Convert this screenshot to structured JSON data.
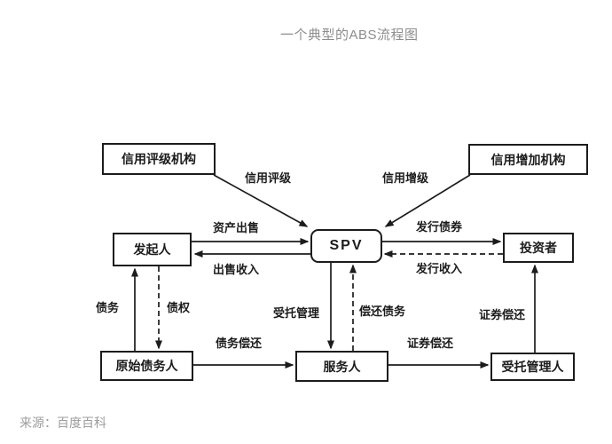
{
  "title": "一个典型的ABS流程图",
  "source": "来源：百度百科",
  "colors": {
    "background": "#ffffff",
    "line": "#1c1c1c",
    "title_text": "#8d8d8d",
    "source_text": "#9c9c9c"
  },
  "nodes": {
    "rating": {
      "label": "信用评级机构"
    },
    "enhancer": {
      "label": "信用增加机构"
    },
    "originator": {
      "label": "发起人"
    },
    "spv": {
      "label": "SPV"
    },
    "investor": {
      "label": "投资者"
    },
    "debtor": {
      "label": "原始债务人"
    },
    "servicer": {
      "label": "服务人"
    },
    "trustee": {
      "label": "受托管理人"
    }
  },
  "edges": {
    "credit_rating": {
      "label": "信用评级",
      "from": "信用评级机构",
      "to": "SPV",
      "style": "solid"
    },
    "credit_enhance": {
      "label": "信用增级",
      "from": "信用增加机构",
      "to": "SPV",
      "style": "solid"
    },
    "asset_sale": {
      "label": "资产出售",
      "from": "发起人",
      "to": "SPV",
      "style": "solid"
    },
    "sale_income": {
      "label": "出售收入",
      "from": "SPV",
      "to": "发起人",
      "style": "solid"
    },
    "bond_issue": {
      "label": "发行债券",
      "from": "SPV",
      "to": "投资者",
      "style": "solid"
    },
    "issue_income": {
      "label": "发行收入",
      "from": "投资者",
      "to": "SPV",
      "style": "dashed"
    },
    "debt": {
      "label": "债务",
      "from": "原始债务人",
      "to": "发起人",
      "style": "solid"
    },
    "claim": {
      "label": "债权",
      "from": "发起人",
      "to": "原始债务人",
      "style": "dashed"
    },
    "entrusted_management": {
      "label": "受托管理",
      "from": "SPV",
      "to": "服务人",
      "style": "solid"
    },
    "repay_debt": {
      "label": "偿还债务",
      "from": "服务人",
      "to": "SPV",
      "style": "dashed"
    },
    "securities_repay_up": {
      "label": "证券偿还",
      "from": "受托管理人",
      "to": "投资者",
      "style": "solid"
    },
    "debt_repay": {
      "label": "债务偿还",
      "from": "原始债务人",
      "to": "服务人",
      "style": "solid"
    },
    "securities_repay_right": {
      "label": "证券偿还",
      "from": "服务人",
      "to": "受托管理人",
      "style": "solid"
    }
  }
}
